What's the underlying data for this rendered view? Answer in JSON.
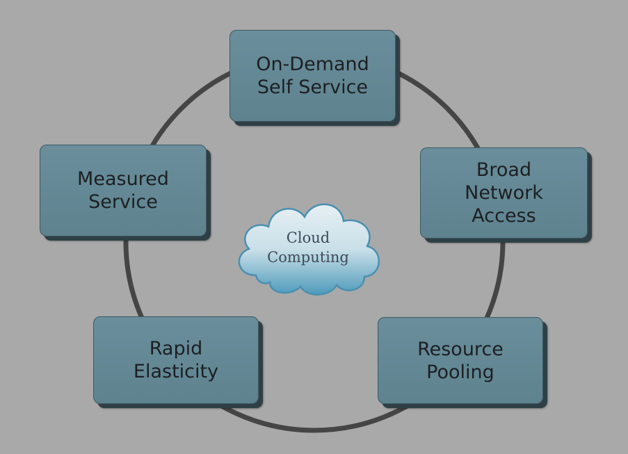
{
  "diagram": {
    "center": {
      "line1": "Cloud",
      "line2": "Computing"
    },
    "nodes": [
      {
        "id": "on-demand",
        "label": "On-Demand\nSelf Service"
      },
      {
        "id": "broad-network",
        "label": "Broad\nNetwork\nAccess"
      },
      {
        "id": "resource-pooling",
        "label": "Resource\nPooling"
      },
      {
        "id": "rapid-elasticity",
        "label": "Rapid\nElasticity"
      },
      {
        "id": "measured-service",
        "label": "Measured\nService"
      }
    ]
  },
  "colors": {
    "background": "#a9a9a9",
    "box_fill": "#678b98",
    "ring": "#454545",
    "cloud_fill": "#7fb5cc"
  }
}
